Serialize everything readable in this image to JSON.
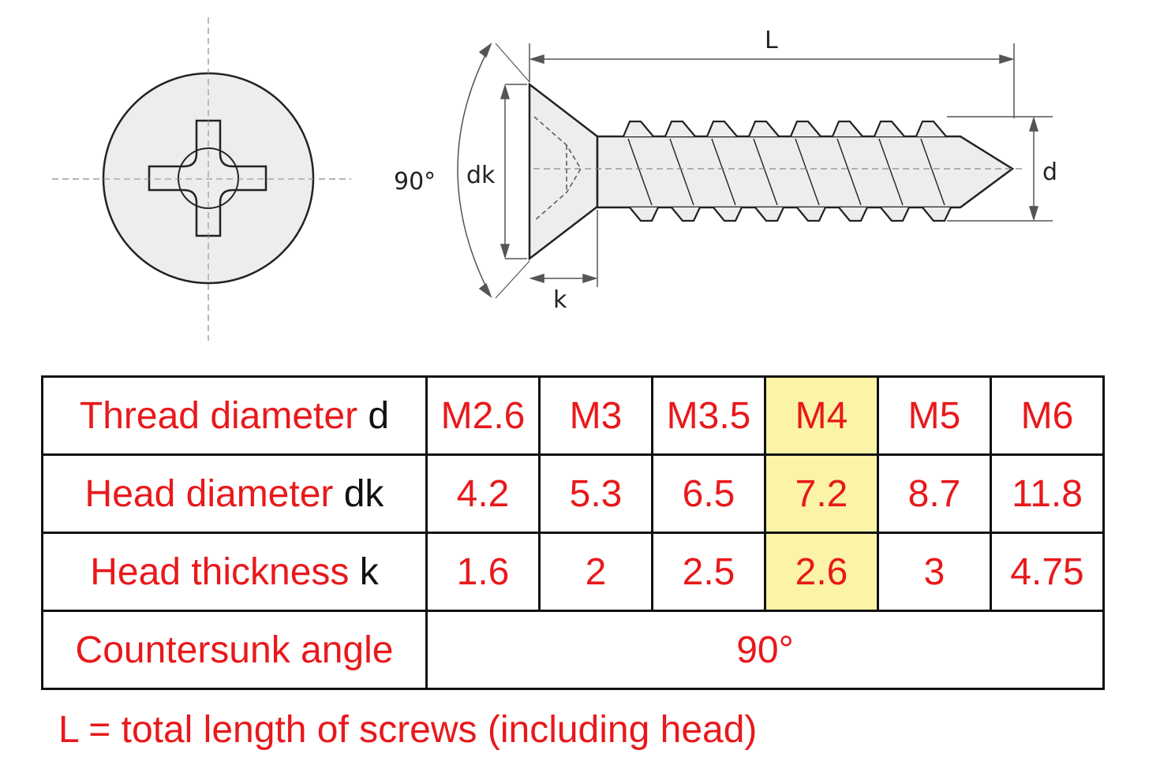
{
  "dimensions": {
    "angle": "90°",
    "head_diameter": "dk",
    "length": "L",
    "head_thickness": "k",
    "thread_diameter": "d"
  },
  "table": {
    "rows": [
      {
        "label": "Thread diameter",
        "symbol": "d",
        "values": [
          "M2.6",
          "M3",
          "M3.5",
          "M4",
          "M5",
          "M6"
        ]
      },
      {
        "label": "Head diameter",
        "symbol": "dk",
        "values": [
          "4.2",
          "5.3",
          "6.5",
          "7.2",
          "8.7",
          "11.8"
        ]
      },
      {
        "label": "Head thickness",
        "symbol": "k",
        "values": [
          "1.6",
          "2",
          "2.5",
          "2.6",
          "3",
          "4.75"
        ]
      }
    ],
    "angle_row": {
      "label": "Countersunk angle",
      "value": "90°"
    },
    "highlight_column": "M4"
  },
  "footnote": "L = total length of screws (including head)",
  "colors": {
    "text_red": "#e8191b",
    "highlight": "#fbf3a6",
    "screw_fill": "#ededed",
    "line": "#222222"
  }
}
